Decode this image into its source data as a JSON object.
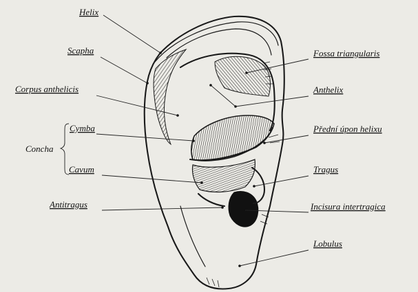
{
  "labels": {
    "helix": "Helix",
    "scapha": "Scapha",
    "corpus_anthelicis": "Corpus anthelicis",
    "cymba": "Cymba",
    "concha": "Concha",
    "cavum": "Cavum",
    "antitragus": "Antitragus",
    "fossa_triangularis": "Fossa triangularis",
    "anthelix": "Anthelix",
    "predni_upon_helixu": "Přední úpon helixu",
    "tragus": "Tragus",
    "incisura_intertragica": "Incisura intertragica",
    "lobulus": "Lobulus"
  }
}
